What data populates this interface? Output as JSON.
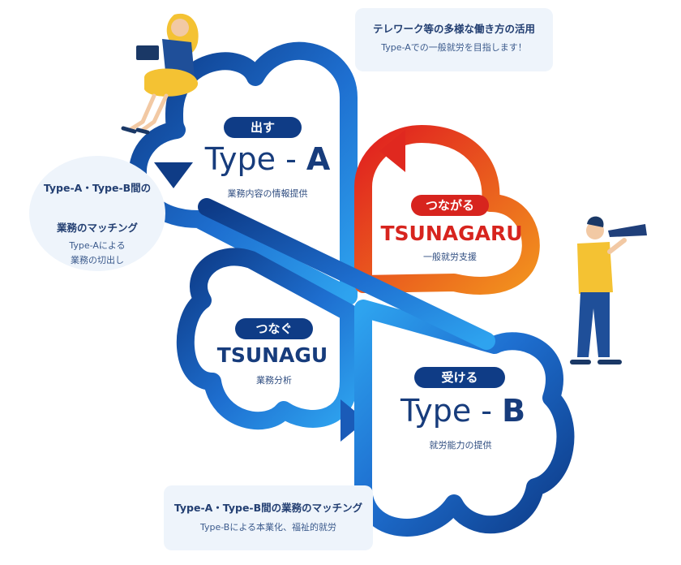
{
  "callouts": {
    "top": {
      "title": "テレワーク等の多様な働き方の活用",
      "subtitle": "Type-Aでの一般就労を目指します！"
    },
    "left": {
      "title_line1": "Type-A・Type-B間の",
      "title_line2": "業務のマッチング",
      "sub_line1": "Type-Aによる",
      "sub_line2": "業務の切出し"
    },
    "bottom": {
      "title": "Type-A・Type-B間の業務のマッチング",
      "subtitle": "Type-Bによる本業化、福祉的就労"
    }
  },
  "quadrants": {
    "dasu": {
      "pill": "出す",
      "title_prefix": "Type - ",
      "title_main": "A",
      "caption": "業務内容の情報提供"
    },
    "tsunagaru": {
      "pill": "つながる",
      "title": "TSUNAGARU",
      "caption": "一般就労支援"
    },
    "tsunagu": {
      "pill": "つなぐ",
      "title": "TSUNAGU",
      "caption": "業務分析"
    },
    "ukeru": {
      "pill": "受ける",
      "title_prefix": "Type - ",
      "title_main": "B",
      "caption": "就労能力の提供"
    }
  },
  "colors": {
    "navy": "#0f3c86",
    "blue": "#1e6fd0",
    "light_blue": "#2ea3ef",
    "red": "#d7241e",
    "orange": "#f08a1c",
    "bubble": "#eef4fb"
  },
  "icons": [
    "woman-laptop-illustration",
    "man-telescope-illustration",
    "flow-arrow-icon"
  ]
}
